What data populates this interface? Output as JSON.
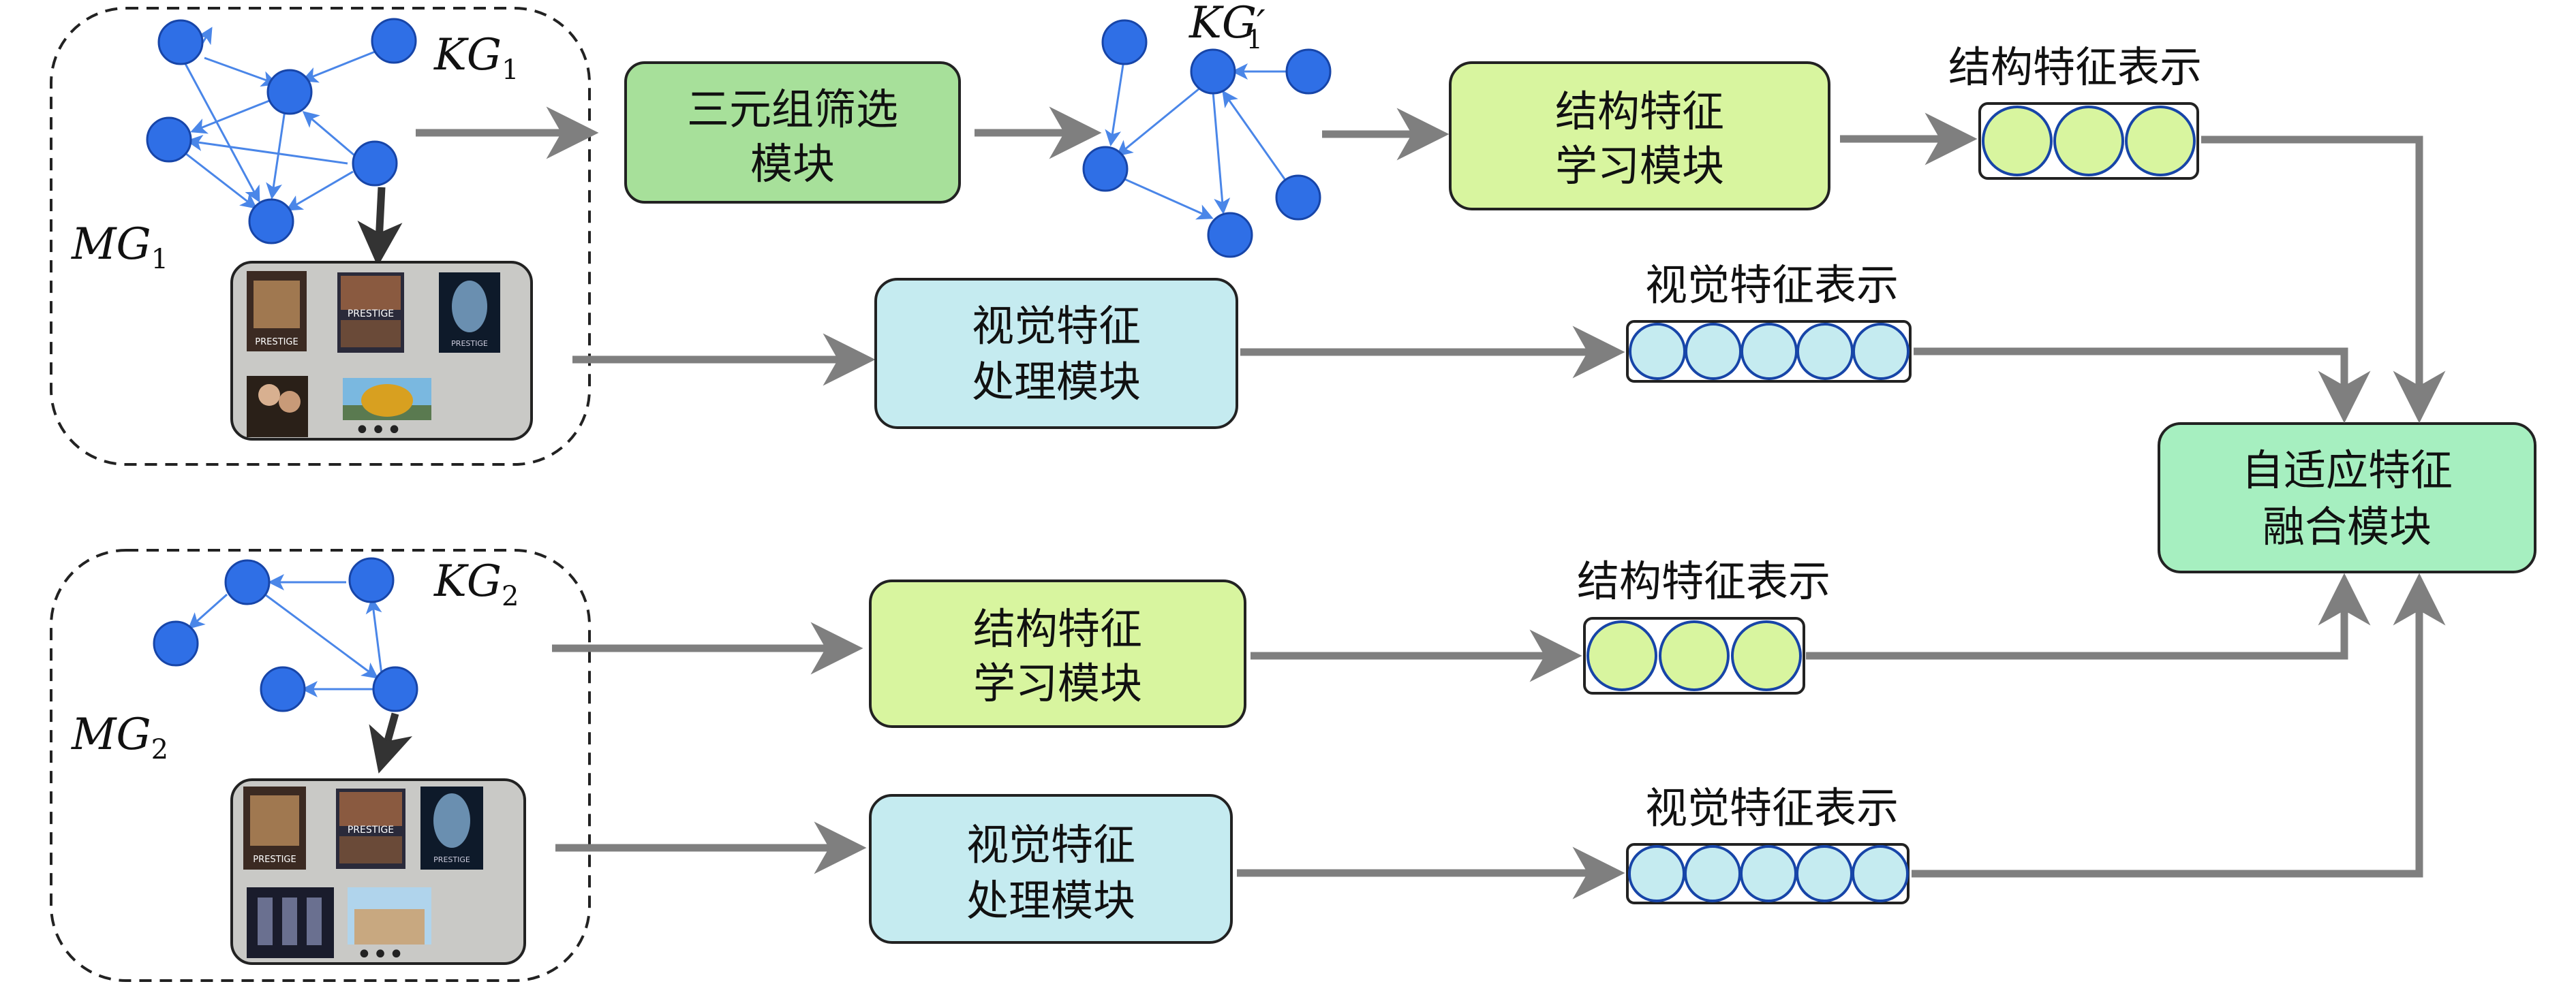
{
  "graph1": {
    "kg_label": "KG",
    "kg_sub": "1",
    "mg_label": "MG",
    "mg_sub": "1"
  },
  "graph2": {
    "kg_label": "KG",
    "kg_sub": "2",
    "mg_label": "MG",
    "mg_sub": "2"
  },
  "filtered": {
    "kg_label": "KG",
    "kg_sub": "1",
    "kg_prime": "′"
  },
  "modules": {
    "triple_filter": {
      "line1": "三元组筛选",
      "line2": "模块",
      "color": "#a7e09a"
    },
    "struct_learn": {
      "line1": "结构特征",
      "line2": "学习模块",
      "color": "#d8f59f"
    },
    "visual_proc": {
      "line1": "视觉特征",
      "line2": "处理模块",
      "color": "#c5ebf0"
    },
    "fusion": {
      "line1": "自适应特征",
      "line2": "融合模块",
      "color": "#a6efc0"
    }
  },
  "representations": {
    "struct": {
      "label": "结构特征表示",
      "fill": "#d8f59f"
    },
    "visual": {
      "label": "视觉特征表示",
      "fill": "#c5ebf0"
    }
  },
  "image_panel": {
    "poster_text": "PRESTIGE",
    "ellipsis": "•••"
  },
  "colors": {
    "node": "#2f6fe6",
    "node_stroke": "#1745a8",
    "edge": "#4a86e8",
    "arrow": "#7f7f7f",
    "panel": "#c9c9c6"
  }
}
